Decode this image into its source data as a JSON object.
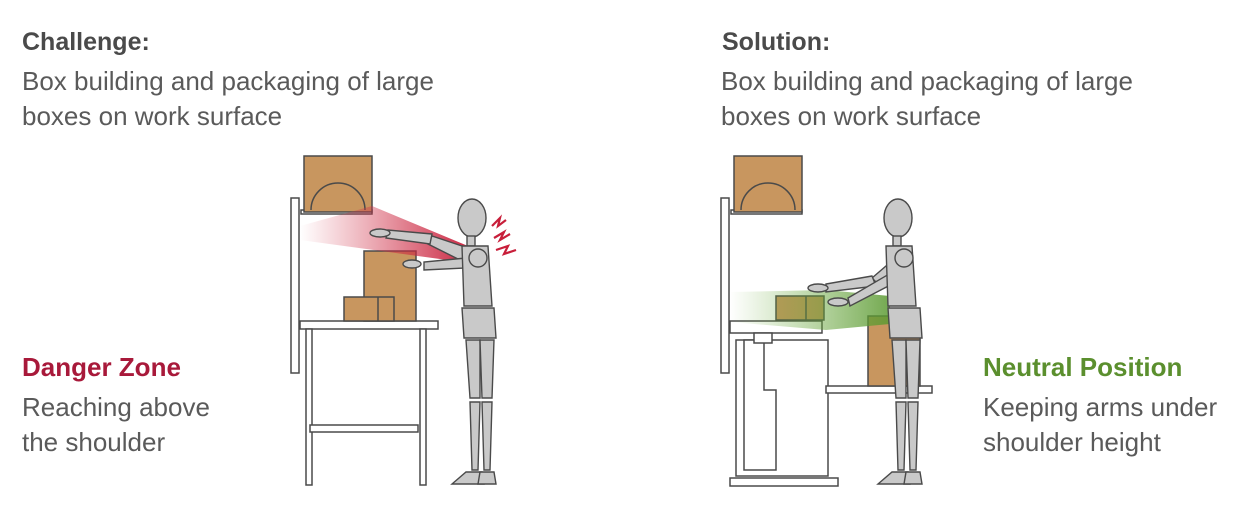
{
  "challenge": {
    "heading": "Challenge:",
    "description": "Box building and packaging of large boxes on work surface"
  },
  "solution": {
    "heading": "Solution:",
    "description": "Box building and packaging of large boxes on work surface"
  },
  "danger": {
    "title": "Danger Zone",
    "description": "Reaching above the shoulder",
    "color": "#a8193a"
  },
  "neutral": {
    "title": "Neutral Position",
    "description": "Keeping arms under shoulder height",
    "color": "#5b8f2e"
  },
  "colors": {
    "box": "#c8965f",
    "box_outline": "#5a4634",
    "mannequin": "#c9c9c9",
    "outline": "#4a4a4a"
  }
}
